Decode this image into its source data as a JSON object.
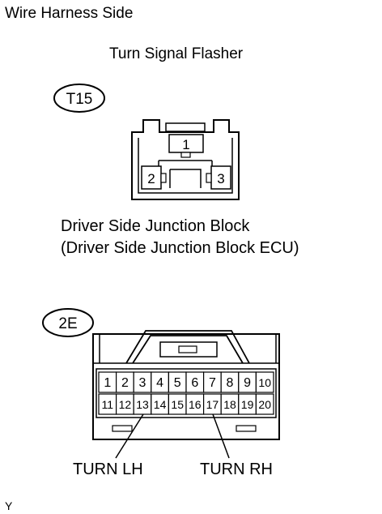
{
  "header": {
    "title": "Wire Harness Side"
  },
  "connector_t15": {
    "caption": "Turn Signal Flasher",
    "code": "T15",
    "pins": [
      "1",
      "2",
      "3"
    ]
  },
  "connector_2e": {
    "caption_line1": "Driver Side Junction Block",
    "caption_line2": "(Driver Side Junction Block ECU)",
    "code": "2E",
    "pins_row1": [
      "1",
      "2",
      "3",
      "4",
      "5",
      "6",
      "7",
      "8",
      "9",
      "10"
    ],
    "pins_row2": [
      "11",
      "12",
      "13",
      "14",
      "15",
      "16",
      "17",
      "18",
      "19",
      "20"
    ],
    "callouts": {
      "left": "TURN LH",
      "right": "TURN RH"
    }
  },
  "footer": {
    "mark": "Y"
  }
}
